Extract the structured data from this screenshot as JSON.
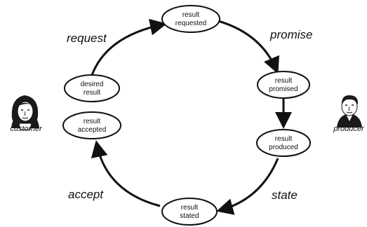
{
  "states": {
    "result_requested": [
      "result",
      "requested"
    ],
    "result_promised": [
      "result",
      "promised"
    ],
    "result_produced": [
      "result",
      "produced"
    ],
    "result_stated": [
      "result",
      "stated"
    ],
    "result_accepted": [
      "result",
      "accepted"
    ],
    "desired_result": [
      "desired",
      "result"
    ]
  },
  "acts": {
    "request": "request",
    "promise": "promise",
    "state": "state",
    "accept": "accept"
  },
  "actors": {
    "customer": "customer",
    "producer": "producer"
  },
  "colors": {
    "ink": "#111111",
    "node_fill": "#ffffff"
  }
}
